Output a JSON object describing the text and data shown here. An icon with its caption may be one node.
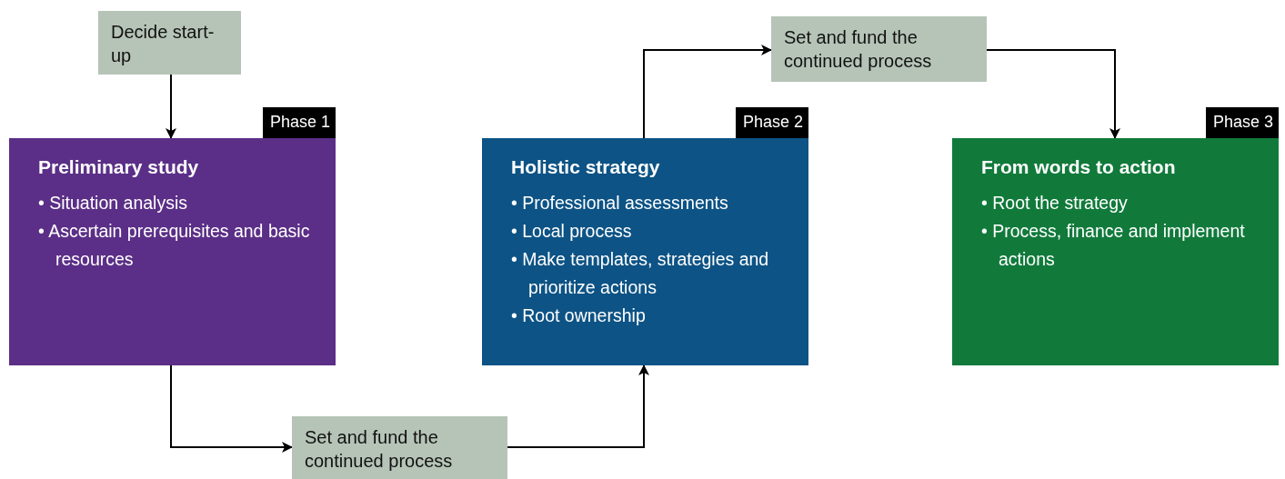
{
  "diagram": {
    "nodes": [
      {
        "text": [
          "Decide start-up"
        ]
      },
      {
        "text": [
          "Set and fund the continued process"
        ]
      },
      {
        "text": [
          "Phase 1",
          "Preliminary study",
          "• Situation analysis",
          "• Ascertain prerequisites and basic resources"
        ]
      },
      {
        "text": [
          "Phase 2",
          "Holistic strategy",
          "• Professional assessments",
          "• Local process",
          "• Make templates, strategies and prioritize actions",
          "• Root ownership"
        ]
      },
      {
        "text": [
          "Phase 3",
          "From words to action",
          "• Root the strategy",
          "• Process, finance and implement actions"
        ]
      },
      {
        "text": [
          "Set and fund the continued process"
        ]
      }
    ],
    "edges": [
      {
        "from": 0,
        "to": 2,
        "arrow": "to"
      },
      {
        "from": 2,
        "to": 5,
        "arrow": "to"
      },
      {
        "from": 5,
        "to": 3,
        "arrow": "to"
      },
      {
        "from": 3,
        "to": 1,
        "arrow": "to"
      },
      {
        "from": 1,
        "to": 4,
        "arrow": "to"
      }
    ]
  }
}
